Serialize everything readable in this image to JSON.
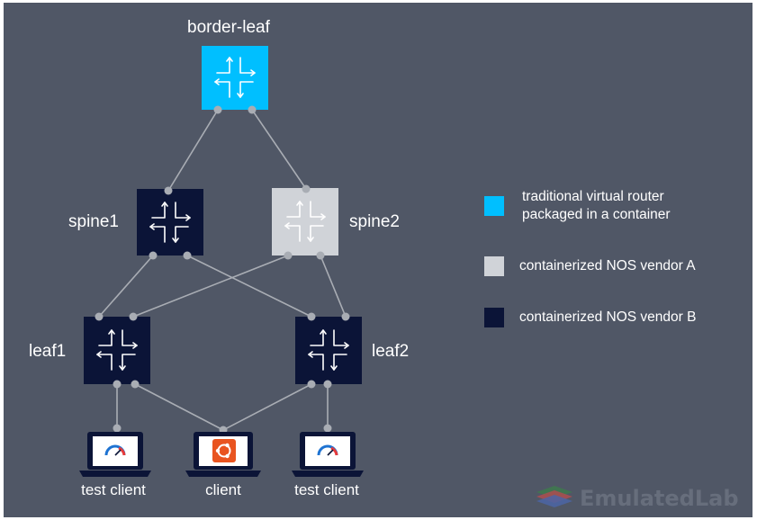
{
  "nodes": {
    "border_leaf": "border-leaf",
    "spine1": "spine1",
    "spine2": "spine2",
    "leaf1": "leaf1",
    "leaf2": "leaf2"
  },
  "clients": {
    "left": "test client",
    "middle": "client",
    "right": "test client"
  },
  "legend": [
    {
      "color": "#00bfff",
      "line1": "traditional virtual router",
      "line2": "packaged in a container"
    },
    {
      "color": "#d0d3d8",
      "line1": "containerized NOS vendor A"
    },
    {
      "color": "#0b1437",
      "line1": "containerized NOS vendor B"
    }
  ],
  "colors": {
    "background": "#505766",
    "border_leaf": "#00bfff",
    "vendor_a": "#d0d3d8",
    "vendor_b": "#0b1437",
    "links": "#a9adb4",
    "ubuntu": "#e95420"
  },
  "icons": {
    "router": "router-arrows-icon",
    "laptop": "laptop-icon",
    "speedometer": "speedometer-icon",
    "ubuntu": "ubuntu-logo-icon"
  },
  "watermark": "EmulatedLab"
}
